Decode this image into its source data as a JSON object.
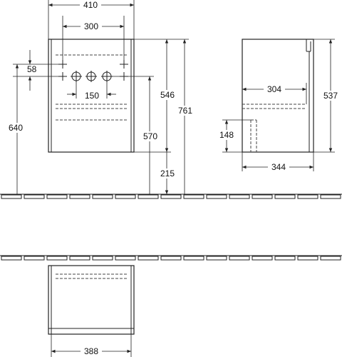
{
  "colors": {
    "line": "#222222",
    "dash": "#444444",
    "background": "#ffffff",
    "thin": "#333333"
  },
  "front_view": {
    "width": "410",
    "hole_spacing_outer": "300",
    "hole_offset_top": "58",
    "hole_spacing_inner": "150",
    "cabinet_height": "546",
    "total_height": "761",
    "mount_height": "640",
    "cabinet_bottom_height": "570",
    "floor_clearance": "215"
  },
  "side_view": {
    "height": "537",
    "inner_depth": "304",
    "siphon_height": "148",
    "depth": "344"
  },
  "top_view": {
    "drawer_width": "388"
  },
  "icons": {
    "mount_point": "crosshair-icon",
    "drain_hole": "circle-crosshair-icon"
  }
}
